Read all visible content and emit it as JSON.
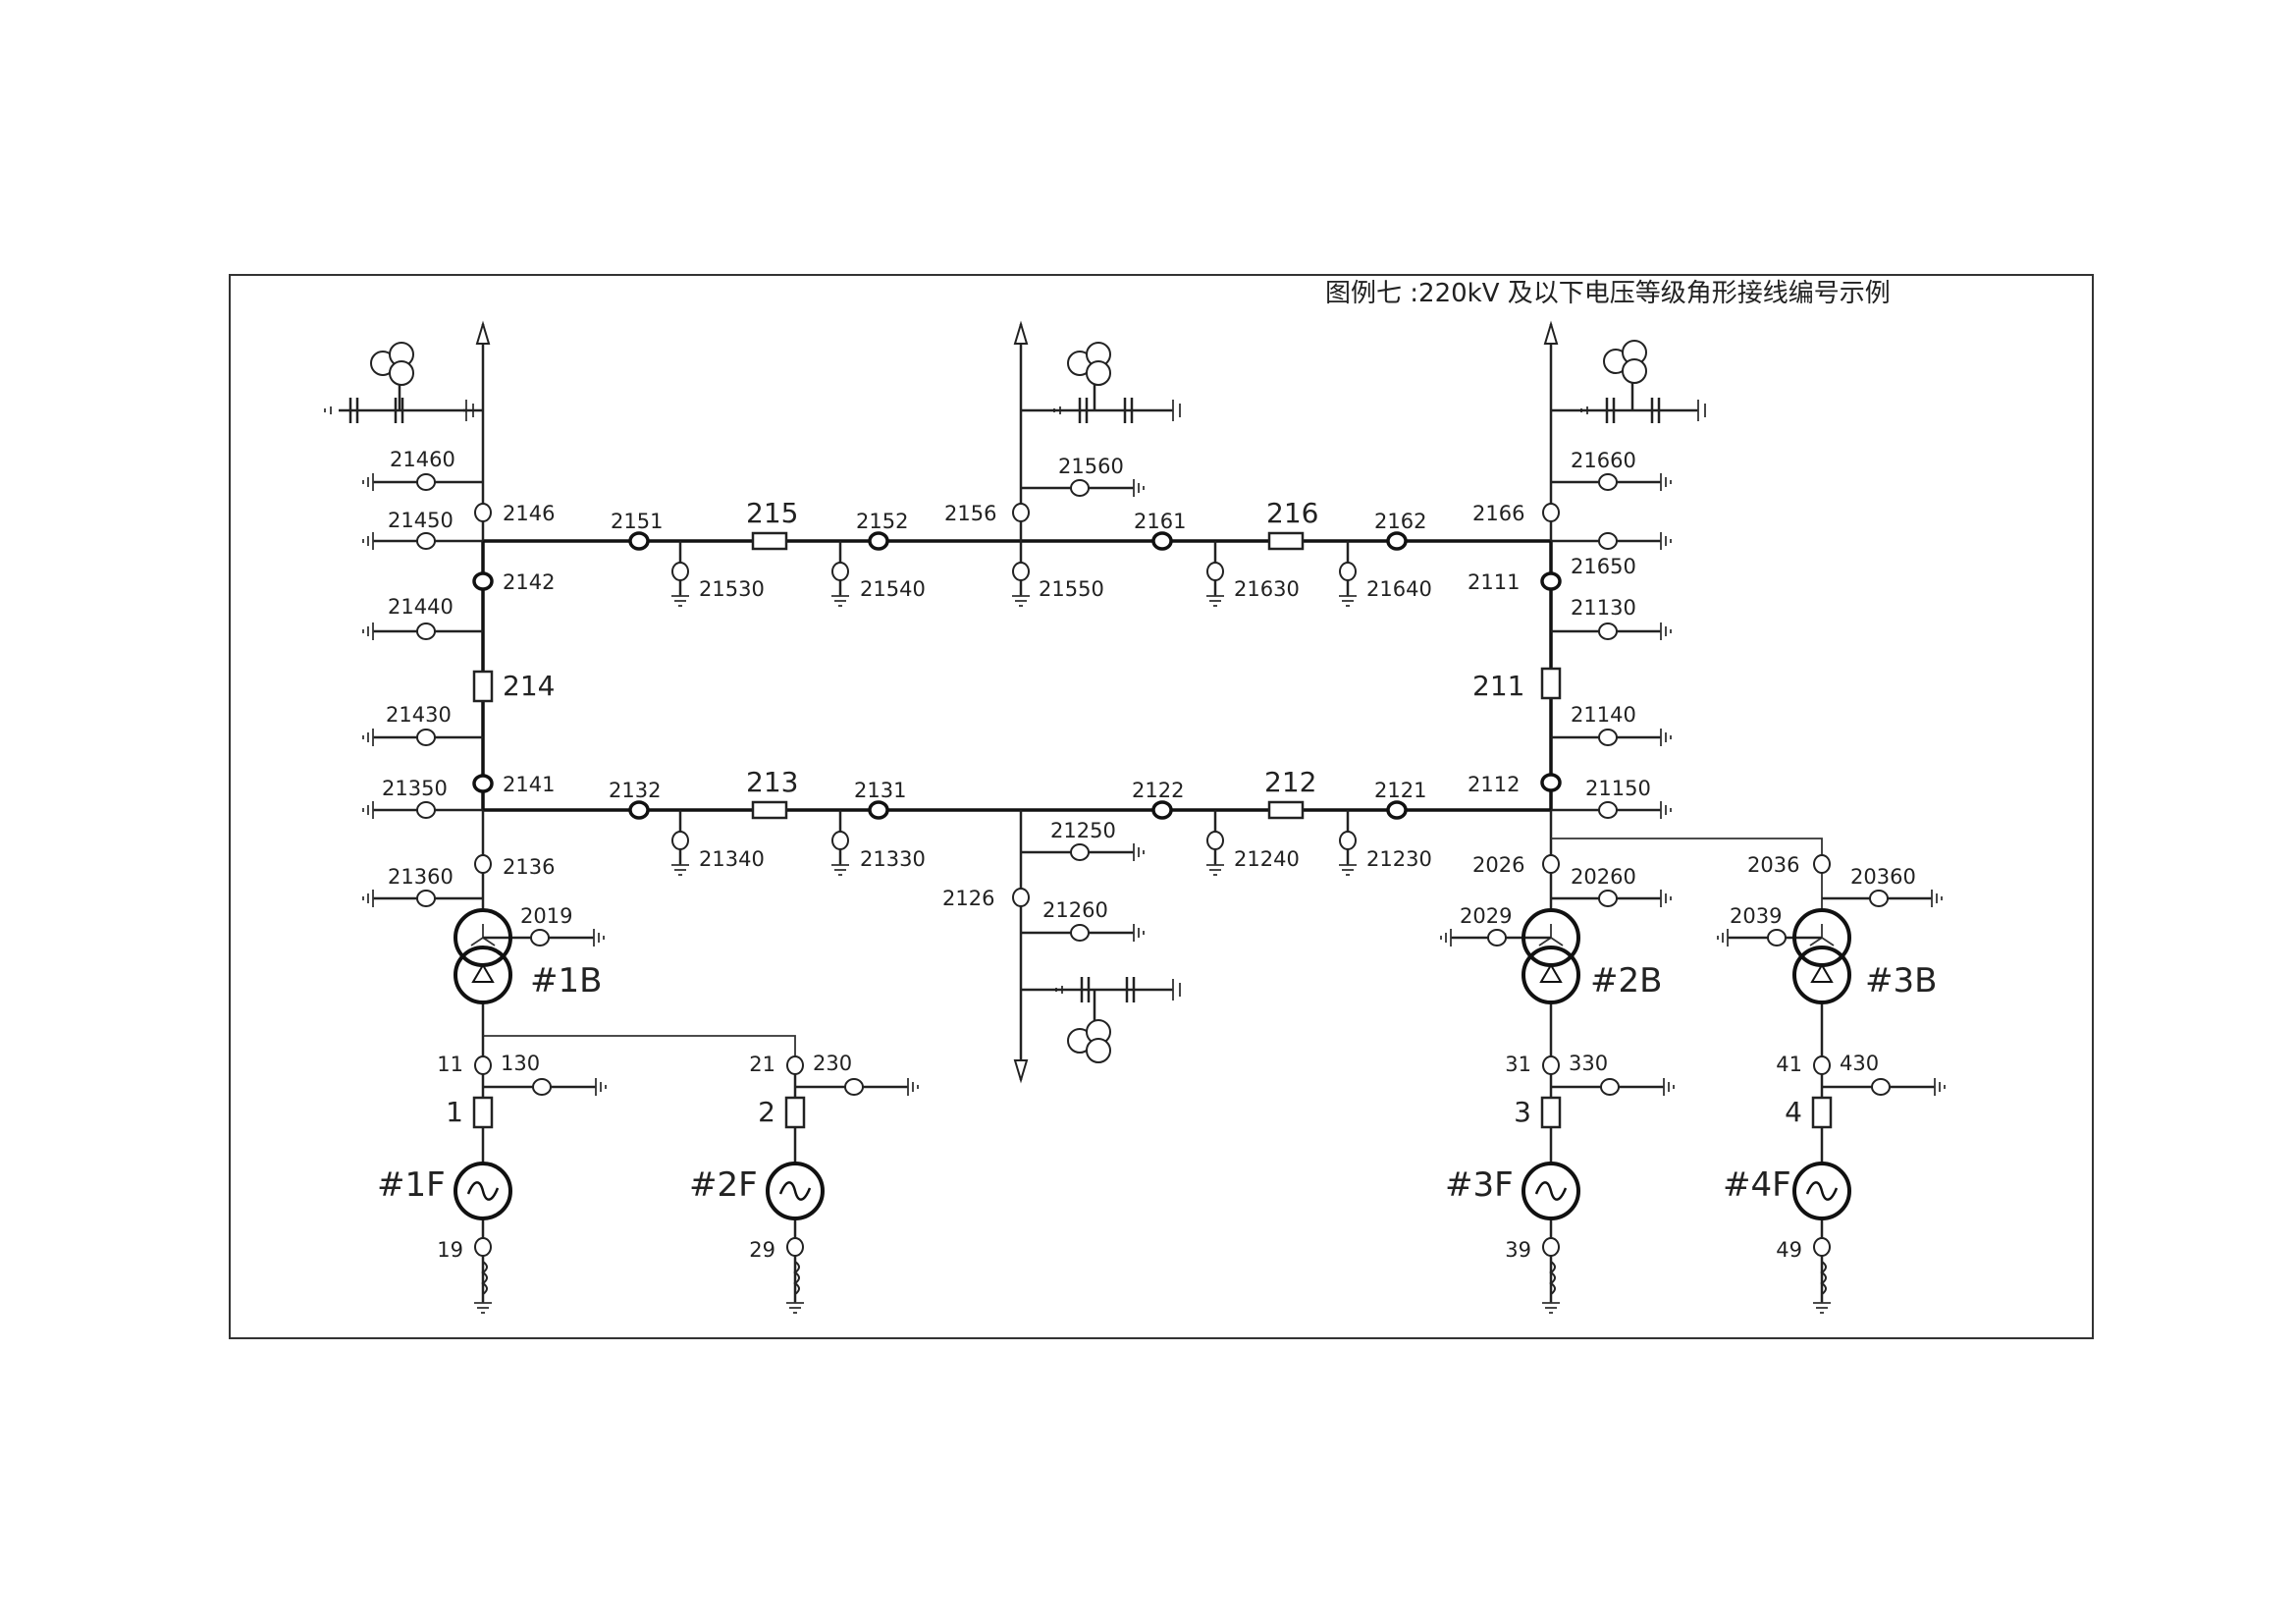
{
  "title": "图例七 :220kV 及以下电压等级角形接线编号示例",
  "ring": {
    "top_left_corner": [
      "2146",
      "2142",
      "21460",
      "21450",
      "21440"
    ],
    "left_side": [
      "214",
      "21430"
    ],
    "bottom_left_corner": [
      "2141",
      "2136",
      "21350",
      "21360"
    ],
    "top_right_corner": [
      "2166",
      "2111",
      "21660",
      "21650",
      "21130"
    ],
    "right_side": [
      "211",
      "21140"
    ],
    "bottom_right_corner": [
      "2112",
      "2026",
      "21150",
      "20260"
    ],
    "top_row": [
      "2151",
      "215",
      "2152",
      "2156",
      "2161",
      "216",
      "2162",
      "21530",
      "21540",
      "21550",
      "21560",
      "21630",
      "21640"
    ],
    "bottom_row": [
      "2132",
      "213",
      "2131",
      "2122",
      "212",
      "2121",
      "21340",
      "21330",
      "21250",
      "21260",
      "2126",
      "21240",
      "21230"
    ]
  },
  "transformers": [
    {
      "name": "#1B",
      "switch": "2019"
    },
    {
      "name": "#2B",
      "switch": "2029"
    },
    {
      "name": "#3B",
      "switch": "2039",
      "hv_switch": "2036",
      "hv_ground": "20360"
    }
  ],
  "generators": [
    {
      "name": "#1F",
      "upper": "11",
      "ground": "130",
      "breaker": "1",
      "neutral": "19"
    },
    {
      "name": "#2F",
      "upper": "21",
      "ground": "230",
      "breaker": "2",
      "neutral": "29"
    },
    {
      "name": "#3F",
      "upper": "31",
      "ground": "330",
      "breaker": "3",
      "neutral": "39"
    },
    {
      "name": "#4F",
      "upper": "41",
      "ground": "430",
      "breaker": "4",
      "neutral": "49"
    }
  ]
}
